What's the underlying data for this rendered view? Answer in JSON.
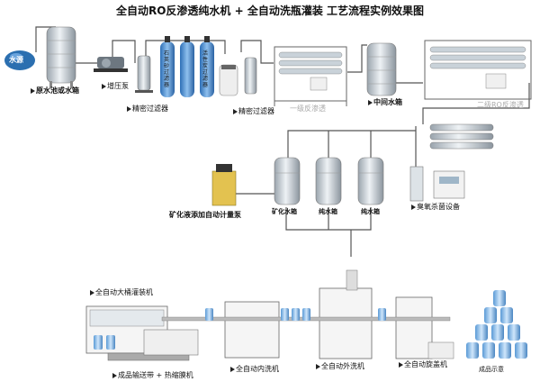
{
  "title": "全自动RO反渗透纯水机 + 全自动洗瓶灌装 工艺流程实例效果图",
  "labels": {
    "water_source": "水源",
    "raw_tank": "原水池或水箱",
    "booster_pump": "增压泵",
    "precision_filter_1": "精密过滤器",
    "quartz_filter": "石英砂过滤器",
    "carbon_filter": "活性炭过滤器",
    "precision_filter_2": "精密过滤器",
    "ro_stage1": "一级反渗透",
    "mid_tank": "中间水箱",
    "ro_stage2": "二级RO反渗透",
    "ozone": "臭氧杀菌设备",
    "mineral_dosing": "矿化液添加自动计量泵",
    "mineral_tank": "矿化水箱",
    "pure_tank_1": "纯水箱",
    "pure_tank_2": "纯水箱",
    "big_bottle_filler": "全自动大桶灌装机",
    "conveyor_wrap": "成品输送带 + 热缩膜机",
    "inner_washer": "全自动内洗机",
    "outer_washer": "全自动外洗机",
    "capper": "全自动旋盖机",
    "finished": "成品示意"
  },
  "colors": {
    "pipe": "#555555",
    "tank": "#d6dde3",
    "water_drop": "#2b6fb0",
    "arrow": "#222222"
  }
}
